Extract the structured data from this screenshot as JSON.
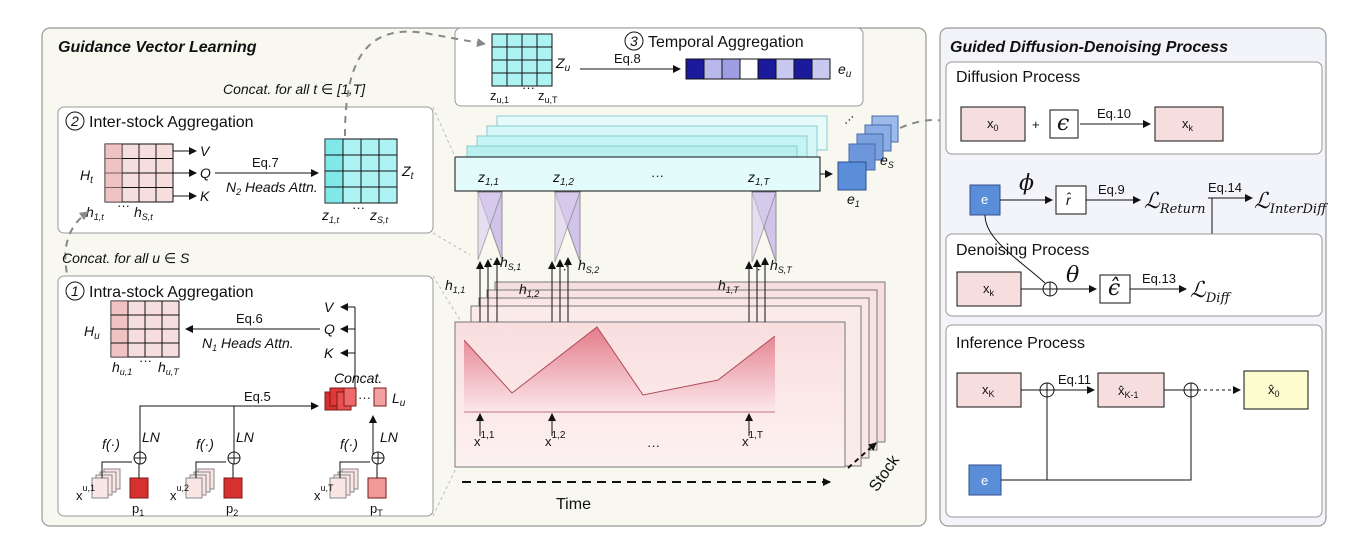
{
  "panels": {
    "guidance": {
      "title": "Guidance Vector Learning",
      "concat_t": "Concat. for all t ∈ [1,T]",
      "concat_u": "Concat. for all u ∈ S"
    },
    "guided": {
      "title": "Guided Diffusion-Denoising Process"
    }
  },
  "temporal": {
    "num": "3",
    "title": "Temporal Aggregation",
    "matrix_label": "Z",
    "matrix_sub": "u",
    "eq": "Eq.8",
    "vec_label": "e",
    "vec_sub": "u",
    "col_first": "z",
    "col_first_sub": "u,1",
    "col_last": "z",
    "col_last_sub": "u,T",
    "dots": "···"
  },
  "inter": {
    "num": "2",
    "title": "Inter-stock Aggregation",
    "h_label": "H",
    "h_sub": "t",
    "v": "V",
    "q": "Q",
    "k": "K",
    "eq": "Eq.7",
    "heads": "N",
    "heads_sub": "2",
    "heads_rest": " Heads Attn.",
    "z_label": "Z",
    "z_sub": "t",
    "h_first": "h",
    "h_first_sub": "1,t",
    "h_last": "h",
    "h_last_sub": "S,t",
    "z_first": "z",
    "z_first_sub": "1,t",
    "z_last": "z",
    "z_last_sub": "S,t",
    "dots": "···"
  },
  "intra": {
    "num": "1",
    "title": "Intra-stock Aggregation",
    "h_label": "H",
    "h_sub": "u",
    "v": "V",
    "q": "Q",
    "k": "K",
    "eq6": "Eq.6",
    "heads": "N",
    "heads_sub": "1",
    "heads_rest": " Heads Attn.",
    "h_first": "h",
    "h_first_sub": "u,1",
    "h_last": "h",
    "h_last_sub": "u,T",
    "concat": "Concat.",
    "eq5": "Eq.5",
    "l_label": "L",
    "l_sub": "u",
    "f": "f(·)",
    "ln": "LN",
    "x_labels": [
      {
        "base": "x",
        "sup": "u,1"
      },
      {
        "base": "x",
        "sup": "u,2"
      },
      {
        "base": "x",
        "sup": "u,T"
      }
    ],
    "p_labels": [
      {
        "base": "p",
        "sub": "1"
      },
      {
        "base": "p",
        "sub": "2"
      },
      {
        "base": "p",
        "sub": "T"
      }
    ],
    "dots": "···"
  },
  "center": {
    "z_labels": [
      {
        "base": "z",
        "sub": "1,1"
      },
      {
        "base": "z",
        "sub": "1,2"
      },
      {
        "base": "z",
        "sub": "1,T"
      }
    ],
    "ellipsis": "···",
    "h_top": [
      {
        "base": "h",
        "sub": "S,1"
      },
      {
        "base": "h",
        "sub": "S,2"
      },
      {
        "base": "h",
        "sub": "S,T"
      }
    ],
    "h_side": [
      {
        "base": "h",
        "sub": "1,1"
      },
      {
        "base": "h",
        "sub": "1,2"
      },
      {
        "base": "h",
        "sub": "1,T"
      }
    ],
    "x_labels": [
      {
        "base": "x",
        "sup": "1,1"
      },
      {
        "base": "x",
        "sup": "1,2"
      },
      {
        "base": "x",
        "sup": "1,T"
      }
    ],
    "e_s": {
      "base": "e",
      "sub": "S"
    },
    "e_1": {
      "base": "e",
      "sub": "1"
    },
    "time": "Time",
    "stock": "Stock"
  },
  "diffusion": {
    "title": "Diffusion Process",
    "x0": "x",
    "x0_sub": "0",
    "plus": "+",
    "eps": "ϵ",
    "eq": "Eq.10",
    "xk": "x",
    "xk_sub": "k"
  },
  "middle": {
    "e": "e",
    "phi": "ϕ",
    "rhat": "r̂",
    "eq9": "Eq.9",
    "l_return": "ℒ",
    "l_return_sub": "Return",
    "eq14": "Eq.14",
    "l_inter": "ℒ",
    "l_inter_sub": "InterDiff"
  },
  "denoising": {
    "title": "Denoising Process",
    "xk": "x",
    "xk_sub": "k",
    "theta": "θ",
    "epshat": "ϵ̂",
    "eq13": "Eq.13",
    "l_diff": "ℒ",
    "l_diff_sub": "Diff"
  },
  "inference": {
    "title": "Inference Process",
    "xK": "x",
    "xK_sub": "K",
    "eq11": "Eq.11",
    "xK1": "x̂",
    "xK1_sub": "K-1",
    "x0": "x̂",
    "x0_sub": "0",
    "e": "e"
  },
  "colors": {
    "panel_bg": "#f8f8f1",
    "panel_bg_right": "#f3f4f9",
    "cyan": "#aef3f3",
    "cyan_dark": "#2fd3d6",
    "pink": "#f7dede",
    "pink_dark": "#e8a8a8",
    "red": "#d73030",
    "blue": "#5b8ed8",
    "blue_dark": "#1a1a9a",
    "yellow": "#fcfccf",
    "purple": "#c8b8e6"
  }
}
